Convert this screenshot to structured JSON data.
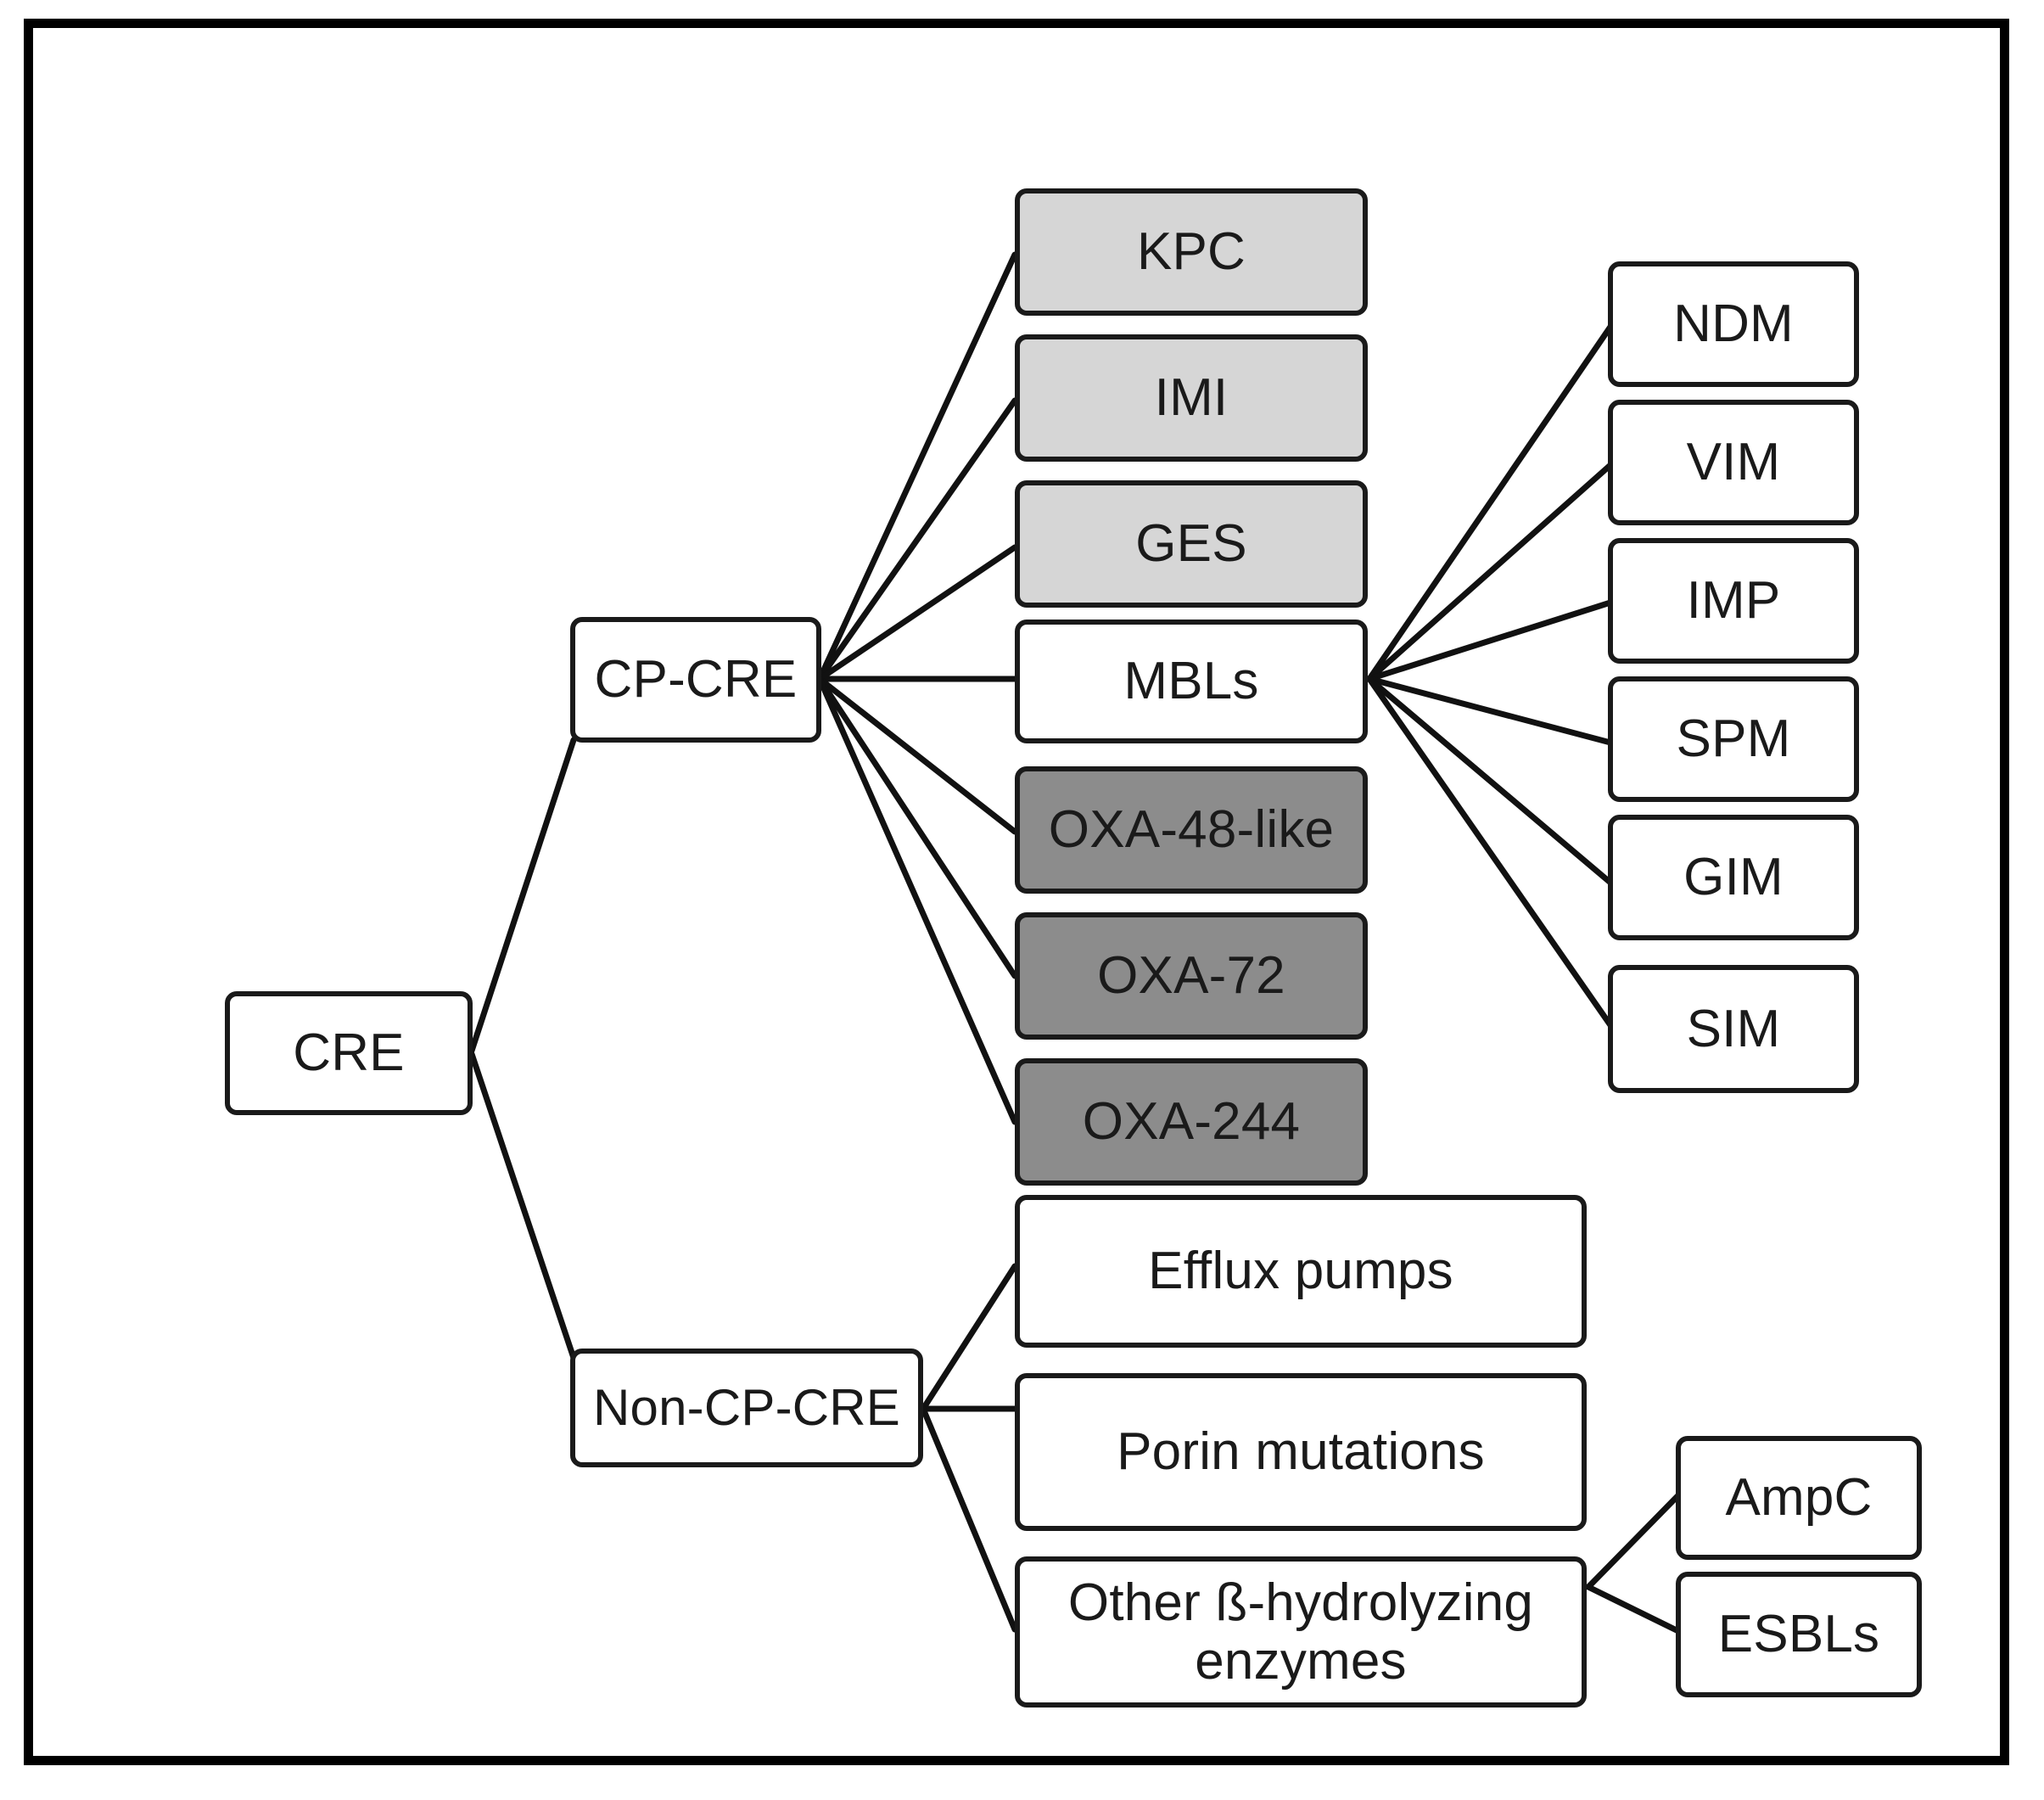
{
  "diagram": {
    "title": "CRE classification flowchart",
    "colors": {
      "border": "#1a1a1a",
      "background": "#ffffff",
      "fill_light_gray": "#d6d6d6",
      "fill_dark_gray": "#8c8c8c",
      "frame": "#000000"
    },
    "root": {
      "label": "CRE"
    },
    "branches": [
      {
        "label": "CP-CRE"
      },
      {
        "label": "Non-CP-CRE"
      }
    ],
    "cp_cre_children": [
      {
        "label": "KPC",
        "fill": "light"
      },
      {
        "label": "IMI",
        "fill": "light"
      },
      {
        "label": "GES",
        "fill": "light"
      },
      {
        "label": "MBLs",
        "fill": "white"
      },
      {
        "label": "OXA-48-like",
        "fill": "dark"
      },
      {
        "label": "OXA-72",
        "fill": "dark"
      },
      {
        "label": "OXA-244",
        "fill": "dark"
      }
    ],
    "mbls_children": [
      {
        "label": "NDM",
        "fill": "white"
      },
      {
        "label": "VIM",
        "fill": "white"
      },
      {
        "label": "IMP",
        "fill": "white"
      },
      {
        "label": "SPM",
        "fill": "white"
      },
      {
        "label": "GIM",
        "fill": "white"
      },
      {
        "label": "SIM",
        "fill": "white"
      }
    ],
    "non_cp_cre_children": [
      {
        "label": "Efflux pumps",
        "fill": "white"
      },
      {
        "label": "Porin mutations",
        "fill": "white"
      },
      {
        "label": "Other ß-hydrolyzing enzymes",
        "fill": "white"
      }
    ],
    "other_enzymes_children": [
      {
        "label": "AmpC",
        "fill": "white"
      },
      {
        "label": "ESBLs",
        "fill": "white"
      }
    ]
  }
}
